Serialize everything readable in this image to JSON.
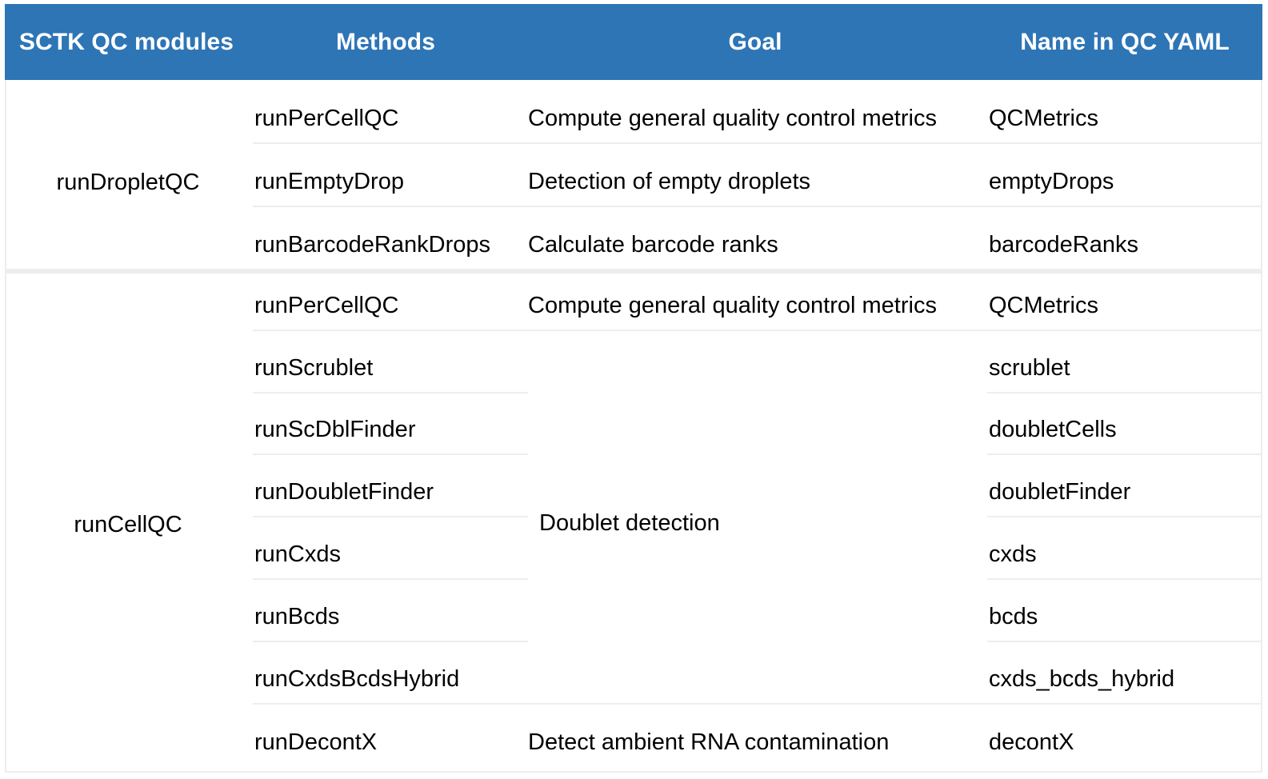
{
  "table": {
    "title": "SCTK QC modules",
    "accent_color": "#2E75B6",
    "header_text_color": "#FFFFFF",
    "divider_color": "#EDEDED",
    "columns": [
      {
        "key": "modules",
        "label": "SCTK QC modules"
      },
      {
        "key": "methods",
        "label": "Methods"
      },
      {
        "key": "goal",
        "label": "Goal"
      },
      {
        "key": "yaml",
        "label": "Name in QC YAML"
      }
    ],
    "groups": [
      {
        "module": "runDropletQC",
        "rows": [
          {
            "method": "runPerCellQC",
            "goal": "Compute general quality control metrics",
            "yaml": "QCMetrics"
          },
          {
            "method": "runEmptyDrop",
            "goal": "Detection of empty droplets",
            "yaml": "emptyDrops"
          },
          {
            "method": "runBarcodeRankDrops",
            "goal": "Calculate barcode ranks",
            "yaml": "barcodeRanks"
          }
        ]
      },
      {
        "module": "runCellQC",
        "rows": [
          {
            "method": "runPerCellQC",
            "goal": "Compute general quality control metrics",
            "yaml": "QCMetrics"
          },
          {
            "method": "runScrublet",
            "goal": "",
            "yaml": "scrublet"
          },
          {
            "method": "runScDblFinder",
            "goal": "",
            "yaml": "doubletCells"
          },
          {
            "method": "runDoubletFinder",
            "goal": "",
            "yaml": "doubletFinder"
          },
          {
            "method": "runCxds",
            "goal": "Doublet detection",
            "yaml": "cxds"
          },
          {
            "method": "runBcds",
            "goal": "",
            "yaml": "bcds"
          },
          {
            "method": "runCxdsBcdsHybrid",
            "goal": "",
            "yaml": "cxds_bcds_hybrid"
          },
          {
            "method": "runDecontX",
            "goal": "Detect ambient RNA contamination",
            "yaml": "decontX"
          }
        ]
      }
    ]
  }
}
